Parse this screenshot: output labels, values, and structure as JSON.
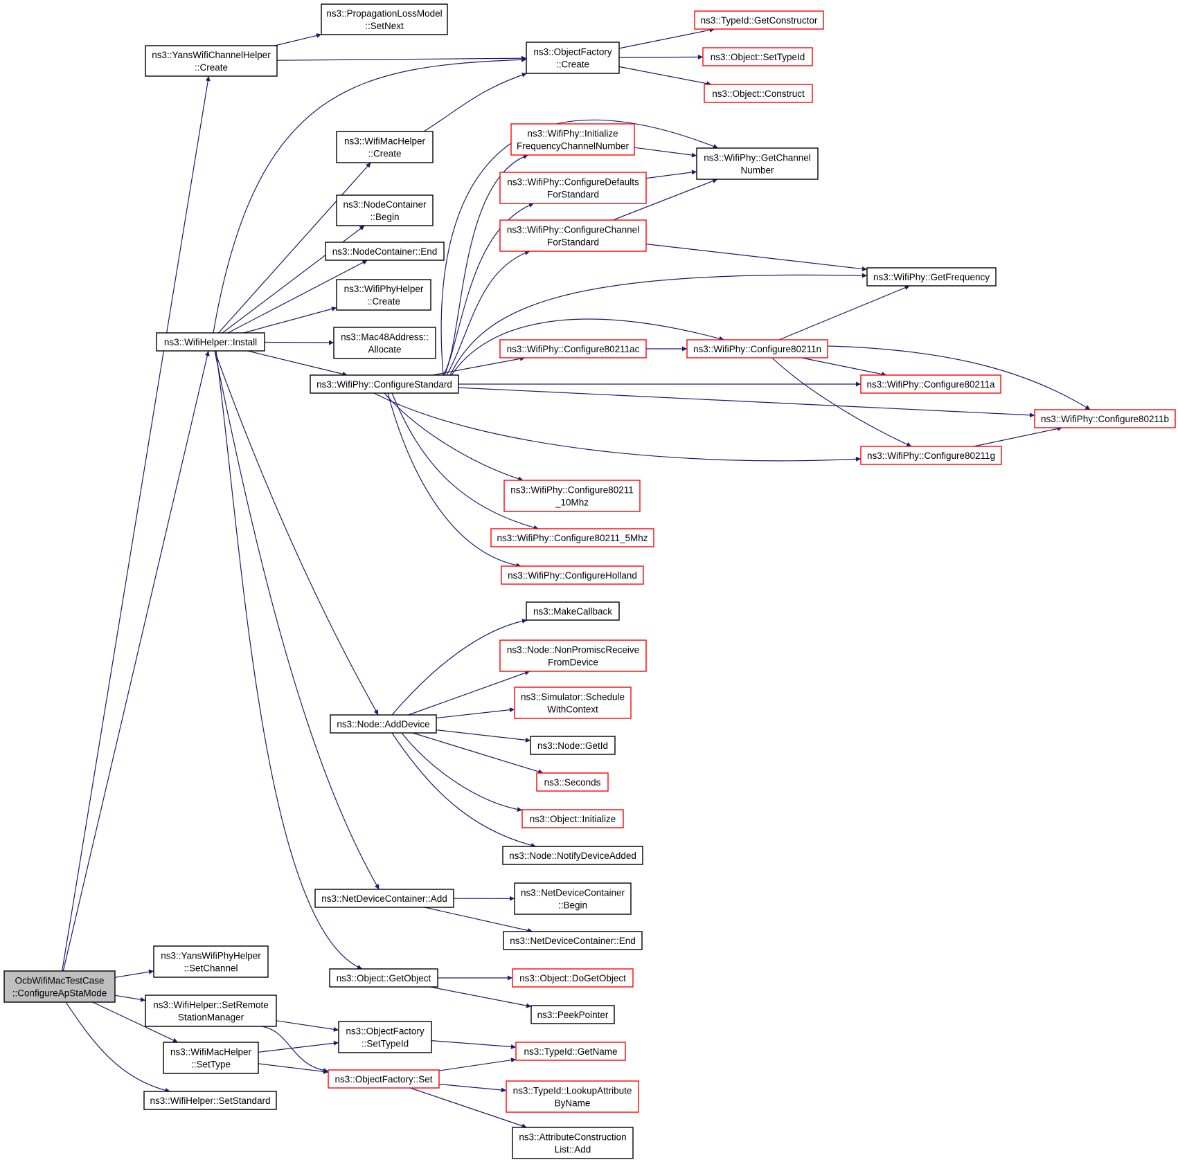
{
  "colors": {
    "edge": "#191970",
    "border_default": "#000000",
    "border_truncated": "#ff0000",
    "root_fill": "#bfbfbf",
    "node_fill": "#ffffff"
  },
  "nodes": {
    "root": {
      "lines": [
        "OcbWifiMacTestCase",
        "::ConfigureApStaMode"
      ],
      "kind": "root"
    },
    "yansChannelCreate": {
      "lines": [
        "ns3::YansWifiChannelHelper",
        "::Create"
      ],
      "kind": "normal"
    },
    "propLossSetNext": {
      "lines": [
        "ns3::PropagationLossModel",
        "::SetNext"
      ],
      "kind": "normal"
    },
    "objFactoryCreate": {
      "lines": [
        "ns3::ObjectFactory",
        "::Create"
      ],
      "kind": "normal"
    },
    "typeIdGetConstructor": {
      "lines": [
        "ns3::TypeId::GetConstructor"
      ],
      "kind": "truncated"
    },
    "objectSetTypeId": {
      "lines": [
        "ns3::Object::SetTypeId"
      ],
      "kind": "truncated"
    },
    "objectConstruct": {
      "lines": [
        "ns3::Object::Construct"
      ],
      "kind": "truncated"
    },
    "wifiHelperInstall": {
      "lines": [
        "ns3::WifiHelper::Install"
      ],
      "kind": "normal"
    },
    "wifiMacHelperCreate": {
      "lines": [
        "ns3::WifiMacHelper",
        "::Create"
      ],
      "kind": "normal"
    },
    "nodeContainerBegin": {
      "lines": [
        "ns3::NodeContainer",
        "::Begin"
      ],
      "kind": "normal"
    },
    "nodeContainerEnd": {
      "lines": [
        "ns3::NodeContainer::End"
      ],
      "kind": "normal"
    },
    "wifiPhyHelperCreate": {
      "lines": [
        "ns3::WifiPhyHelper",
        "::Create"
      ],
      "kind": "normal"
    },
    "mac48Allocate": {
      "lines": [
        "ns3::Mac48Address::",
        "Allocate"
      ],
      "kind": "normal"
    },
    "configureStandard": {
      "lines": [
        "ns3::WifiPhy::ConfigureStandard"
      ],
      "kind": "normal"
    },
    "initFreqChannel": {
      "lines": [
        "ns3::WifiPhy::Initialize",
        "FrequencyChannelNumber"
      ],
      "kind": "truncated"
    },
    "configureDefaults": {
      "lines": [
        "ns3::WifiPhy::ConfigureDefaults",
        "ForStandard"
      ],
      "kind": "truncated"
    },
    "configureChannel": {
      "lines": [
        "ns3::WifiPhy::ConfigureChannel",
        "ForStandard"
      ],
      "kind": "truncated"
    },
    "getChannelNumber": {
      "lines": [
        "ns3::WifiPhy::GetChannel",
        "Number"
      ],
      "kind": "normal"
    },
    "getFrequency": {
      "lines": [
        "ns3::WifiPhy::GetFrequency"
      ],
      "kind": "normal"
    },
    "configure80211ac": {
      "lines": [
        "ns3::WifiPhy::Configure80211ac"
      ],
      "kind": "truncated"
    },
    "configure80211n": {
      "lines": [
        "ns3::WifiPhy::Configure80211n"
      ],
      "kind": "truncated"
    },
    "configure80211a": {
      "lines": [
        "ns3::WifiPhy::Configure80211a"
      ],
      "kind": "truncated"
    },
    "configure80211b": {
      "lines": [
        "ns3::WifiPhy::Configure80211b"
      ],
      "kind": "truncated"
    },
    "configure80211g": {
      "lines": [
        "ns3::WifiPhy::Configure80211g"
      ],
      "kind": "truncated"
    },
    "configure10Mhz": {
      "lines": [
        "ns3::WifiPhy::Configure80211",
        "_10Mhz"
      ],
      "kind": "truncated"
    },
    "configure5Mhz": {
      "lines": [
        "ns3::WifiPhy::Configure80211_5Mhz"
      ],
      "kind": "truncated"
    },
    "configureHolland": {
      "lines": [
        "ns3::WifiPhy::ConfigureHolland"
      ],
      "kind": "truncated"
    },
    "makeCallback": {
      "lines": [
        "ns3::MakeCallback"
      ],
      "kind": "normal"
    },
    "nonPromiscReceive": {
      "lines": [
        "ns3::Node::NonPromiscReceive",
        "FromDevice"
      ],
      "kind": "truncated"
    },
    "simScheduleWithContext": {
      "lines": [
        "ns3::Simulator::Schedule",
        "WithContext"
      ],
      "kind": "truncated"
    },
    "nodeAddDevice": {
      "lines": [
        "ns3::Node::AddDevice"
      ],
      "kind": "normal"
    },
    "nodeGetId": {
      "lines": [
        "ns3::Node::GetId"
      ],
      "kind": "normal"
    },
    "seconds": {
      "lines": [
        "ns3::Seconds"
      ],
      "kind": "truncated"
    },
    "objectInitialize": {
      "lines": [
        "ns3::Object::Initialize"
      ],
      "kind": "truncated"
    },
    "notifyDeviceAdded": {
      "lines": [
        "ns3::Node::NotifyDeviceAdded"
      ],
      "kind": "normal"
    },
    "netDevContainerAdd": {
      "lines": [
        "ns3::NetDeviceContainer::Add"
      ],
      "kind": "normal"
    },
    "netDevContainerBegin": {
      "lines": [
        "ns3::NetDeviceContainer",
        "::Begin"
      ],
      "kind": "normal"
    },
    "netDevContainerEnd": {
      "lines": [
        "ns3::NetDeviceContainer::End"
      ],
      "kind": "normal"
    },
    "yansPhySetChannel": {
      "lines": [
        "ns3::YansWifiPhyHelper",
        "::SetChannel"
      ],
      "kind": "normal"
    },
    "objectGetObject": {
      "lines": [
        "ns3::Object::GetObject"
      ],
      "kind": "normal"
    },
    "objectDoGetObject": {
      "lines": [
        "ns3::Object::DoGetObject"
      ],
      "kind": "truncated"
    },
    "peekPointer": {
      "lines": [
        "ns3::PeekPointer"
      ],
      "kind": "normal"
    },
    "setRemoteStationMgr": {
      "lines": [
        "ns3::WifiHelper::SetRemote",
        "StationManager"
      ],
      "kind": "normal"
    },
    "objFactorySetTypeId": {
      "lines": [
        "ns3::ObjectFactory",
        "::SetTypeId"
      ],
      "kind": "normal"
    },
    "wifiMacHelperSetType": {
      "lines": [
        "ns3::WifiMacHelper",
        "::SetType"
      ],
      "kind": "normal"
    },
    "typeIdGetName": {
      "lines": [
        "ns3::TypeId::GetName"
      ],
      "kind": "truncated"
    },
    "objFactorySet": {
      "lines": [
        "ns3::ObjectFactory::Set"
      ],
      "kind": "truncated"
    },
    "lookupAttributeByName": {
      "lines": [
        "ns3::TypeId::LookupAttribute",
        "ByName"
      ],
      "kind": "truncated"
    },
    "wifiHelperSetStandard": {
      "lines": [
        "ns3::WifiHelper::SetStandard"
      ],
      "kind": "normal"
    },
    "attrConstructionListAdd": {
      "lines": [
        "ns3::AttributeConstruction",
        "List::Add"
      ],
      "kind": "normal"
    }
  },
  "edges": [
    [
      "root",
      "yansChannelCreate"
    ],
    [
      "root",
      "wifiHelperInstall"
    ],
    [
      "root",
      "yansPhySetChannel"
    ],
    [
      "root",
      "setRemoteStationMgr"
    ],
    [
      "root",
      "wifiMacHelperSetType"
    ],
    [
      "root",
      "wifiHelperSetStandard"
    ],
    [
      "yansChannelCreate",
      "propLossSetNext"
    ],
    [
      "yansChannelCreate",
      "objFactoryCreate"
    ],
    [
      "objFactoryCreate",
      "typeIdGetConstructor"
    ],
    [
      "objFactoryCreate",
      "objectSetTypeId"
    ],
    [
      "objFactoryCreate",
      "objectConstruct"
    ],
    [
      "wifiHelperInstall",
      "objFactoryCreate"
    ],
    [
      "wifiHelperInstall",
      "wifiMacHelperCreate"
    ],
    [
      "wifiHelperInstall",
      "nodeContainerBegin"
    ],
    [
      "wifiHelperInstall",
      "nodeContainerEnd"
    ],
    [
      "wifiHelperInstall",
      "wifiPhyHelperCreate"
    ],
    [
      "wifiHelperInstall",
      "mac48Allocate"
    ],
    [
      "wifiHelperInstall",
      "configureStandard"
    ],
    [
      "wifiHelperInstall",
      "nodeAddDevice"
    ],
    [
      "wifiHelperInstall",
      "netDevContainerAdd"
    ],
    [
      "wifiHelperInstall",
      "objectGetObject"
    ],
    [
      "wifiMacHelperCreate",
      "objFactoryCreate"
    ],
    [
      "configureStandard",
      "initFreqChannel"
    ],
    [
      "configureStandard",
      "configureDefaults"
    ],
    [
      "configureStandard",
      "configureChannel"
    ],
    [
      "configureStandard",
      "getChannelNumber"
    ],
    [
      "configureStandard",
      "getFrequency"
    ],
    [
      "configureStandard",
      "configure80211ac"
    ],
    [
      "configureStandard",
      "configure80211n"
    ],
    [
      "configureStandard",
      "configure80211a"
    ],
    [
      "configureStandard",
      "configure80211b"
    ],
    [
      "configureStandard",
      "configure80211g"
    ],
    [
      "configureStandard",
      "configure10Mhz"
    ],
    [
      "configureStandard",
      "configure5Mhz"
    ],
    [
      "configureStandard",
      "configureHolland"
    ],
    [
      "initFreqChannel",
      "getChannelNumber"
    ],
    [
      "configureDefaults",
      "getChannelNumber"
    ],
    [
      "configureChannel",
      "getChannelNumber"
    ],
    [
      "configureChannel",
      "getFrequency"
    ],
    [
      "configure80211ac",
      "configure80211n"
    ],
    [
      "configure80211n",
      "getFrequency"
    ],
    [
      "configure80211n",
      "configure80211a"
    ],
    [
      "configure80211n",
      "configure80211b"
    ],
    [
      "configure80211n",
      "configure80211g"
    ],
    [
      "configure80211g",
      "configure80211b"
    ],
    [
      "nodeAddDevice",
      "makeCallback"
    ],
    [
      "nodeAddDevice",
      "nonPromiscReceive"
    ],
    [
      "nodeAddDevice",
      "simScheduleWithContext"
    ],
    [
      "nodeAddDevice",
      "nodeGetId"
    ],
    [
      "nodeAddDevice",
      "seconds"
    ],
    [
      "nodeAddDevice",
      "objectInitialize"
    ],
    [
      "nodeAddDevice",
      "notifyDeviceAdded"
    ],
    [
      "netDevContainerAdd",
      "netDevContainerBegin"
    ],
    [
      "netDevContainerAdd",
      "netDevContainerEnd"
    ],
    [
      "objectGetObject",
      "objectDoGetObject"
    ],
    [
      "objectGetObject",
      "peekPointer"
    ],
    [
      "setRemoteStationMgr",
      "objFactorySetTypeId"
    ],
    [
      "setRemoteStationMgr",
      "objFactorySet"
    ],
    [
      "wifiMacHelperSetType",
      "objFactorySetTypeId"
    ],
    [
      "wifiMacHelperSetType",
      "objFactorySet"
    ],
    [
      "objFactorySetTypeId",
      "typeIdGetName"
    ],
    [
      "objFactorySet",
      "typeIdGetName"
    ],
    [
      "objFactorySet",
      "lookupAttributeByName"
    ],
    [
      "objFactorySet",
      "attrConstructionListAdd"
    ]
  ]
}
